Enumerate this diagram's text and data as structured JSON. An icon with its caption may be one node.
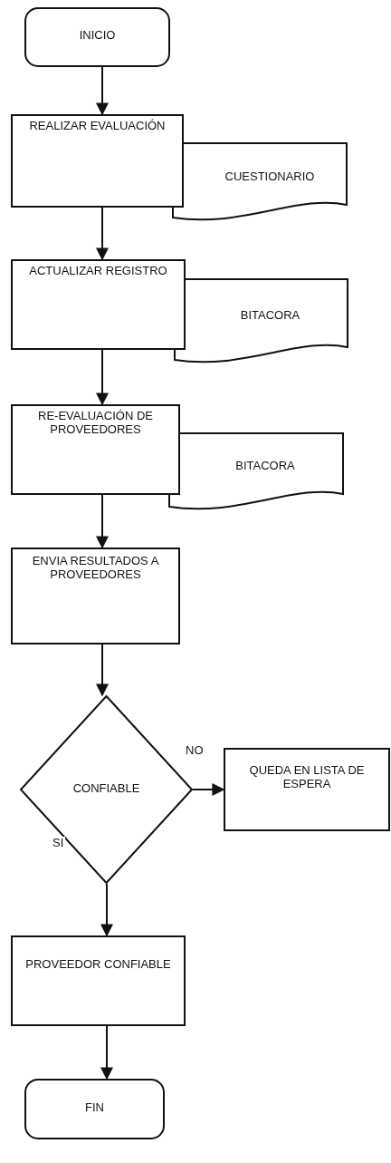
{
  "diagram": {
    "nodes": [
      {
        "text": [
          "INICIO"
        ]
      },
      {
        "text": [
          "REALIZAR EVALUACIÓN"
        ]
      },
      {
        "text": [
          "CUESTIONARIO"
        ]
      },
      {
        "text": [
          "ACTUALIZAR REGISTRO"
        ]
      },
      {
        "text": [
          "BITACORA"
        ]
      },
      {
        "text": [
          "RE-EVALUACIÓN DE PROVEEDORES"
        ]
      },
      {
        "text": [
          "BITACORA"
        ]
      },
      {
        "text": [
          "ENVIA RESULTADOS A PROVEEDORES"
        ]
      },
      {
        "text": [
          "CONFIABLE"
        ]
      },
      {
        "text": [
          "QUEDA EN LISTA DE ESPERA"
        ]
      },
      {
        "text": [
          "PROVEEDOR CONFIABLE"
        ]
      },
      {
        "text": [
          "FIN"
        ]
      }
    ],
    "edges": [
      {
        "from": 0,
        "to": 1,
        "arrow": "to"
      },
      {
        "from": 1,
        "to": 3,
        "arrow": "to"
      },
      {
        "from": 3,
        "to": 5,
        "arrow": "to"
      },
      {
        "from": 5,
        "to": 7,
        "arrow": "to"
      },
      {
        "from": 7,
        "to": 8,
        "arrow": "to"
      },
      {
        "from": 8,
        "to": 9,
        "arrow": "to",
        "label": "NO"
      },
      {
        "from": 8,
        "to": 10,
        "arrow": "to",
        "label": "SI"
      },
      {
        "from": 10,
        "to": 11,
        "arrow": "to"
      }
    ]
  }
}
